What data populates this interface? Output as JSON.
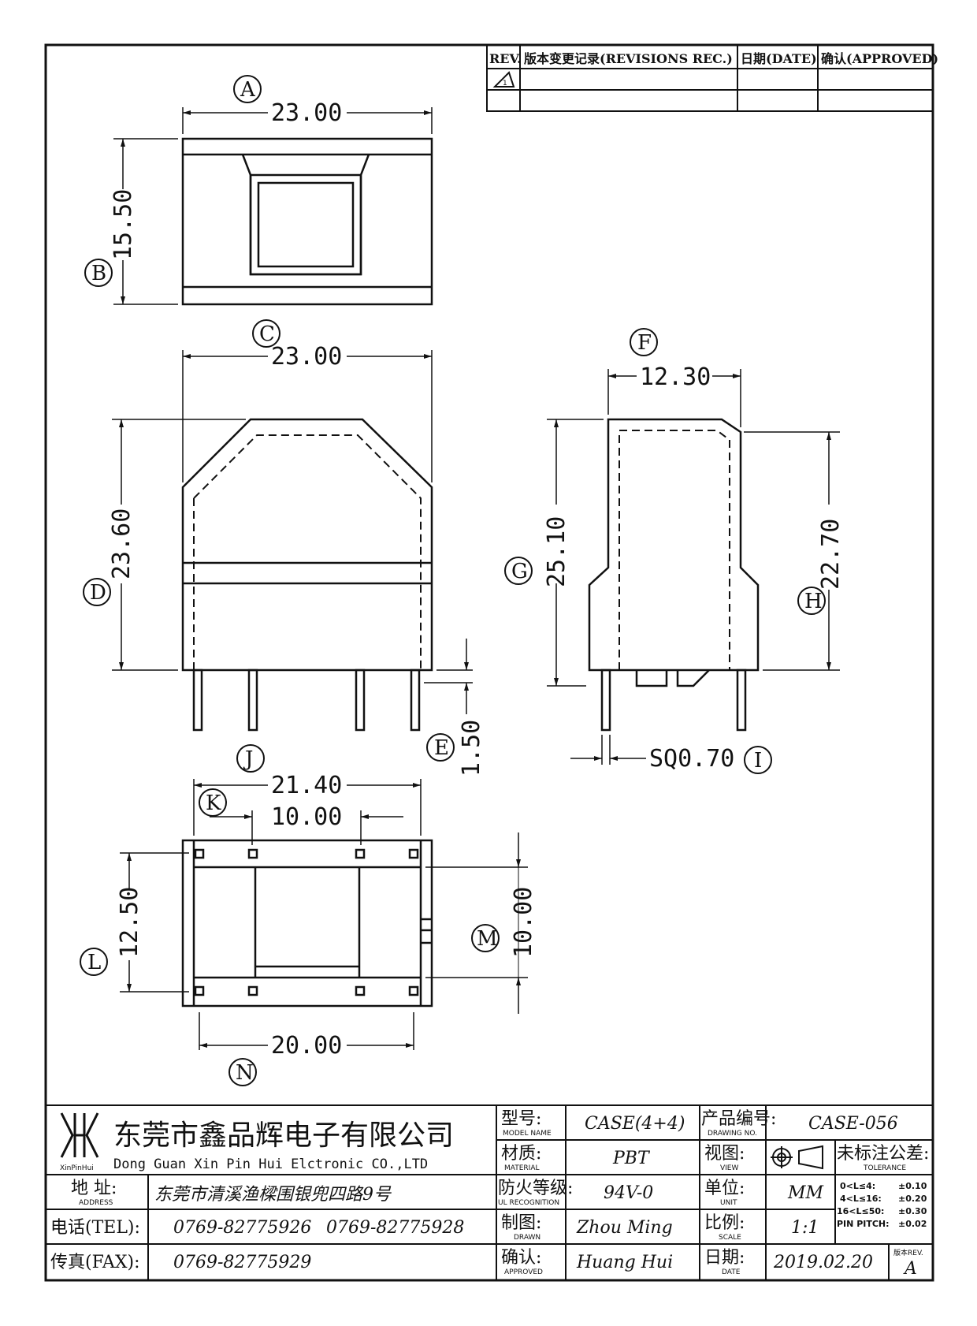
{
  "revisions": {
    "col_rev": "REV.",
    "col_record": "版本变更记录(REVISIONS REC.)",
    "col_date": "日期(DATE)",
    "col_approved": "确认(APPROVED)",
    "row1_rev": "1"
  },
  "dimensions": {
    "top_width": "23.00",
    "top_height": "15.50",
    "front_width": "23.00",
    "front_height": "23.60",
    "pin_length": "1.50",
    "side_width": "12.30",
    "side_height_total": "25.10",
    "side_height_body": "22.70",
    "pin_square": "SQ0.70",
    "bottom_outer_pin_span": "21.40",
    "bottom_inner_pin_span": "10.00",
    "bottom_height": "12.50",
    "bottom_inner_height": "10.00",
    "bottom_pin_row": "20.00"
  },
  "callouts": [
    "A",
    "B",
    "C",
    "D",
    "E",
    "F",
    "G",
    "H",
    "I",
    "J",
    "K",
    "L",
    "M",
    "N"
  ],
  "company": {
    "name_cn": "东莞市鑫品辉电子有限公司",
    "name_en": "Dong Guan Xin Pin Hui Elctronic CO.,LTD",
    "logo_text": "XinPinHui",
    "address_label": "地 址:",
    "address_label_en": "ADDRESS",
    "address": "东莞市清溪渔樑围银兜四路9号",
    "tel_label": "电话(TEL):",
    "tel1": "0769-82775926",
    "tel2": "0769-82775928",
    "fax_label": "传真(FAX):",
    "fax": "0769-82775929"
  },
  "title_block": {
    "model_label": "型号:",
    "model_label_en": "MODEL NAME",
    "model": "CASE(4+4)",
    "material_label": "材质:",
    "material_label_en": "MATERIAL",
    "material": "PBT",
    "ul_label": "防火等级:",
    "ul_label_en": "UL RECOGNITION",
    "ul": "94V-0",
    "drawn_label": "制图:",
    "drawn_label_en": "DRAWN",
    "drawn": "Zhou Ming",
    "approved_label": "确认:",
    "approved_label_en": "APPROVED",
    "approved": "Huang Hui",
    "drawing_no_label": "产品编号:",
    "drawing_no_label_en": "DRAWING NO.",
    "drawing_no": "CASE-056",
    "view_label": "视图:",
    "view_label_en": "VIEW",
    "unit_label": "单位:",
    "unit_label_en": "UNIT",
    "unit": "MM",
    "scale_label": "比例:",
    "scale_label_en": "SCALE",
    "scale": "1:1",
    "date_label": "日期:",
    "date_label_en": "DATE",
    "date": "2019.02.20",
    "rev_label": "版本REV.",
    "rev": "A",
    "tolerance_label": "未标注公差:",
    "tolerance_label_en": "TOLERANCE",
    "tol_rows": [
      {
        "range": "0<L≤4:",
        "value": "±0.10"
      },
      {
        "range": "4<L≤16:",
        "value": "±0.20"
      },
      {
        "range": "16<L≤50:",
        "value": "±0.30"
      },
      {
        "range": "PIN PITCH:",
        "value": "±0.02"
      }
    ]
  }
}
